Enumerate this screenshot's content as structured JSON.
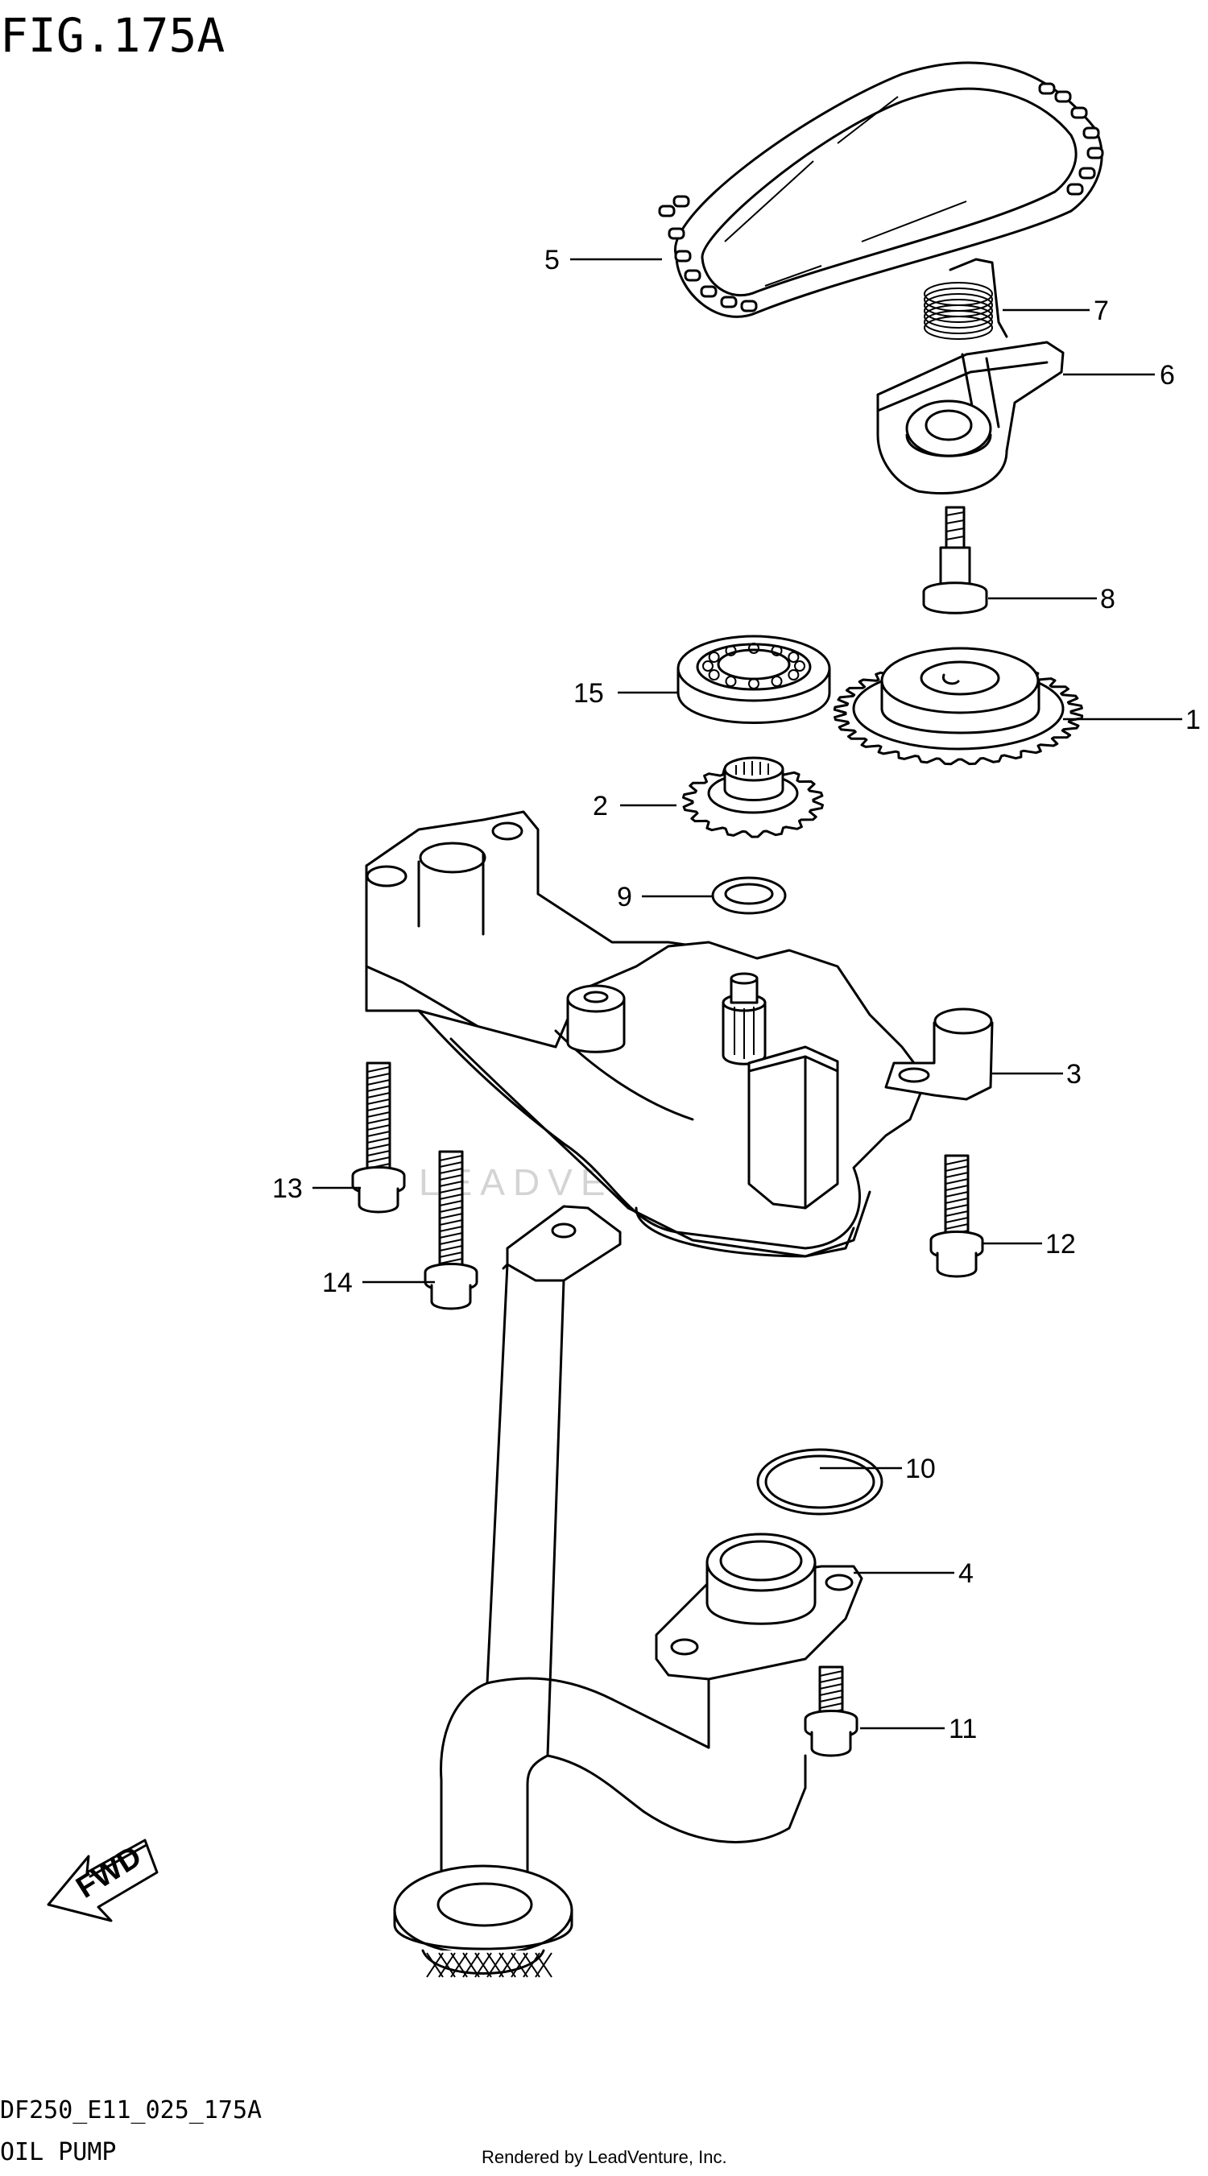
{
  "figure": {
    "title": "FIG.175A"
  },
  "footer": {
    "code": "DF250_E11_025_175A",
    "name": "OIL PUMP",
    "credit": "Rendered by LeadVenture, Inc."
  },
  "watermark": {
    "text": "LEADVENTURE"
  },
  "fwd": {
    "label": "FWD"
  },
  "callouts": [
    {
      "num": "1",
      "part": "drive-sprocket"
    },
    {
      "num": "2",
      "part": "driven-sprocket"
    },
    {
      "num": "3",
      "part": "oil-pump-assy"
    },
    {
      "num": "4",
      "part": "strainer"
    },
    {
      "num": "5",
      "part": "chain"
    },
    {
      "num": "6",
      "part": "tensioner"
    },
    {
      "num": "7",
      "part": "spring"
    },
    {
      "num": "8",
      "part": "bolt"
    },
    {
      "num": "9",
      "part": "washer"
    },
    {
      "num": "10",
      "part": "o-ring"
    },
    {
      "num": "11",
      "part": "bolt"
    },
    {
      "num": "12",
      "part": "bolt"
    },
    {
      "num": "13",
      "part": "bolt"
    },
    {
      "num": "14",
      "part": "bolt"
    },
    {
      "num": "15",
      "part": "bearing"
    }
  ]
}
